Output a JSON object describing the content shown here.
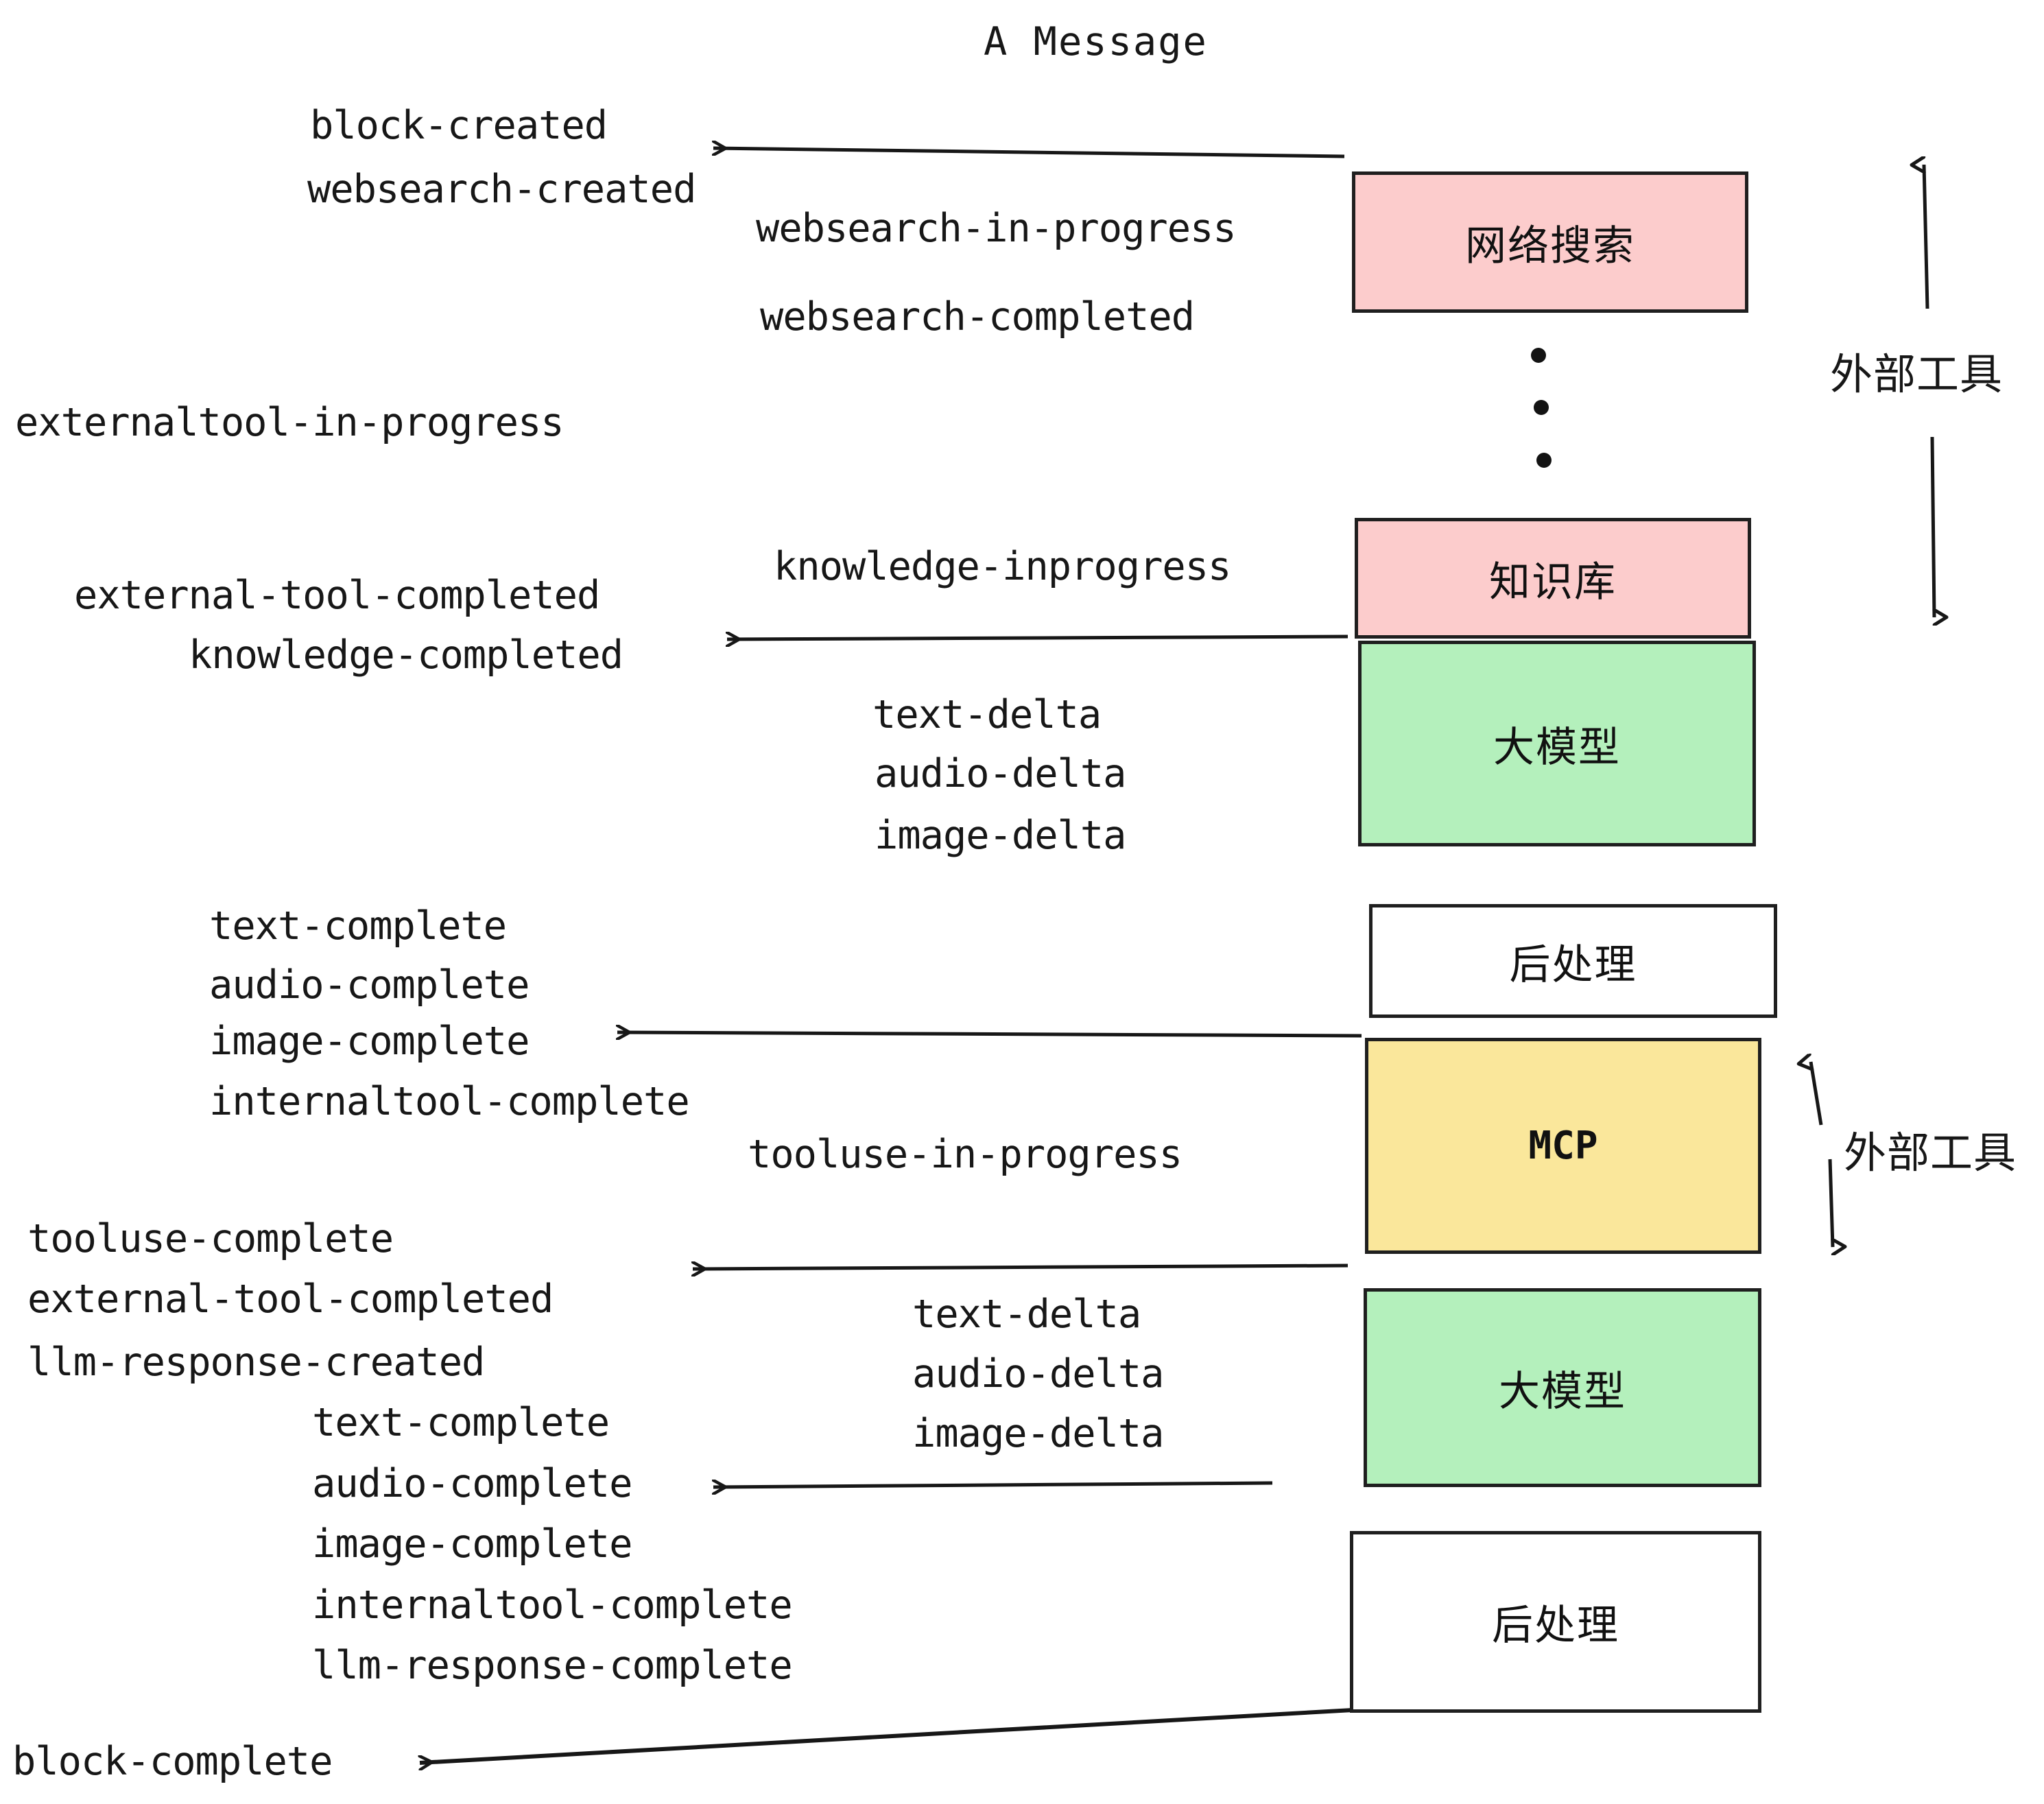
{
  "diagram": {
    "title": "A Message",
    "colors": {
      "pink": "#FCCCCC",
      "green": "#B4F0BC",
      "yellow": "#FAE79B",
      "white": "#FFFFFF",
      "stroke": "#1F1F1F",
      "text": "#171717"
    },
    "boxes": [
      {
        "id": "websearch",
        "label": "网络搜索",
        "fill": "#FCCCCC"
      },
      {
        "id": "knowledge",
        "label": "知识库",
        "fill": "#FCCCCC"
      },
      {
        "id": "llm-1",
        "label": "大模型",
        "fill": "#B4F0BC"
      },
      {
        "id": "postproc-1",
        "label": "后处理",
        "fill": "#FFFFFF"
      },
      {
        "id": "mcp",
        "label": "MCP",
        "fill": "#FAE79B"
      },
      {
        "id": "llm-2",
        "label": "大模型",
        "fill": "#B4F0BC"
      },
      {
        "id": "postproc-2",
        "label": "后处理",
        "fill": "#FFFFFF"
      }
    ],
    "side_annotations": [
      {
        "id": "external-tools-top",
        "label": "外部工具"
      },
      {
        "id": "external-tools-bottom",
        "label": "外部工具"
      }
    ],
    "events": [
      {
        "id": "block-created",
        "text": "block-created"
      },
      {
        "id": "websearch-created",
        "text": "websearch-created"
      },
      {
        "id": "websearch-in-progress",
        "text": "websearch-in-progress"
      },
      {
        "id": "websearch-completed",
        "text": "websearch-completed"
      },
      {
        "id": "externaltool-in-progress",
        "text": "externaltool-in-progress"
      },
      {
        "id": "knowledge-inprogress",
        "text": "knowledge-inprogress"
      },
      {
        "id": "external-tool-completed-1",
        "text": "external-tool-completed"
      },
      {
        "id": "knowledge-completed",
        "text": "knowledge-completed"
      },
      {
        "id": "text-delta-1",
        "text": "text-delta"
      },
      {
        "id": "audio-delta-1",
        "text": "audio-delta"
      },
      {
        "id": "image-delta-1",
        "text": "image-delta"
      },
      {
        "id": "text-complete-1",
        "text": "text-complete"
      },
      {
        "id": "audio-complete-1",
        "text": "audio-complete"
      },
      {
        "id": "image-complete-1",
        "text": "image-complete"
      },
      {
        "id": "internaltool-complete-1",
        "text": "internaltool-complete"
      },
      {
        "id": "tooluse-in-progress",
        "text": "tooluse-in-progress"
      },
      {
        "id": "tooluse-complete",
        "text": "tooluse-complete"
      },
      {
        "id": "external-tool-completed-2",
        "text": "external-tool-completed"
      },
      {
        "id": "llm-response-created",
        "text": "llm-response-created"
      },
      {
        "id": "text-delta-2",
        "text": "text-delta"
      },
      {
        "id": "audio-delta-2",
        "text": "audio-delta"
      },
      {
        "id": "image-delta-2",
        "text": "image-delta"
      },
      {
        "id": "text-complete-2",
        "text": "text-complete"
      },
      {
        "id": "audio-complete-2",
        "text": "audio-complete"
      },
      {
        "id": "image-complete-2",
        "text": "image-complete"
      },
      {
        "id": "internaltool-complete-2",
        "text": "internaltool-complete"
      },
      {
        "id": "llm-response-complete",
        "text": "llm-response-complete"
      },
      {
        "id": "block-complete",
        "text": "block-complete"
      }
    ]
  }
}
